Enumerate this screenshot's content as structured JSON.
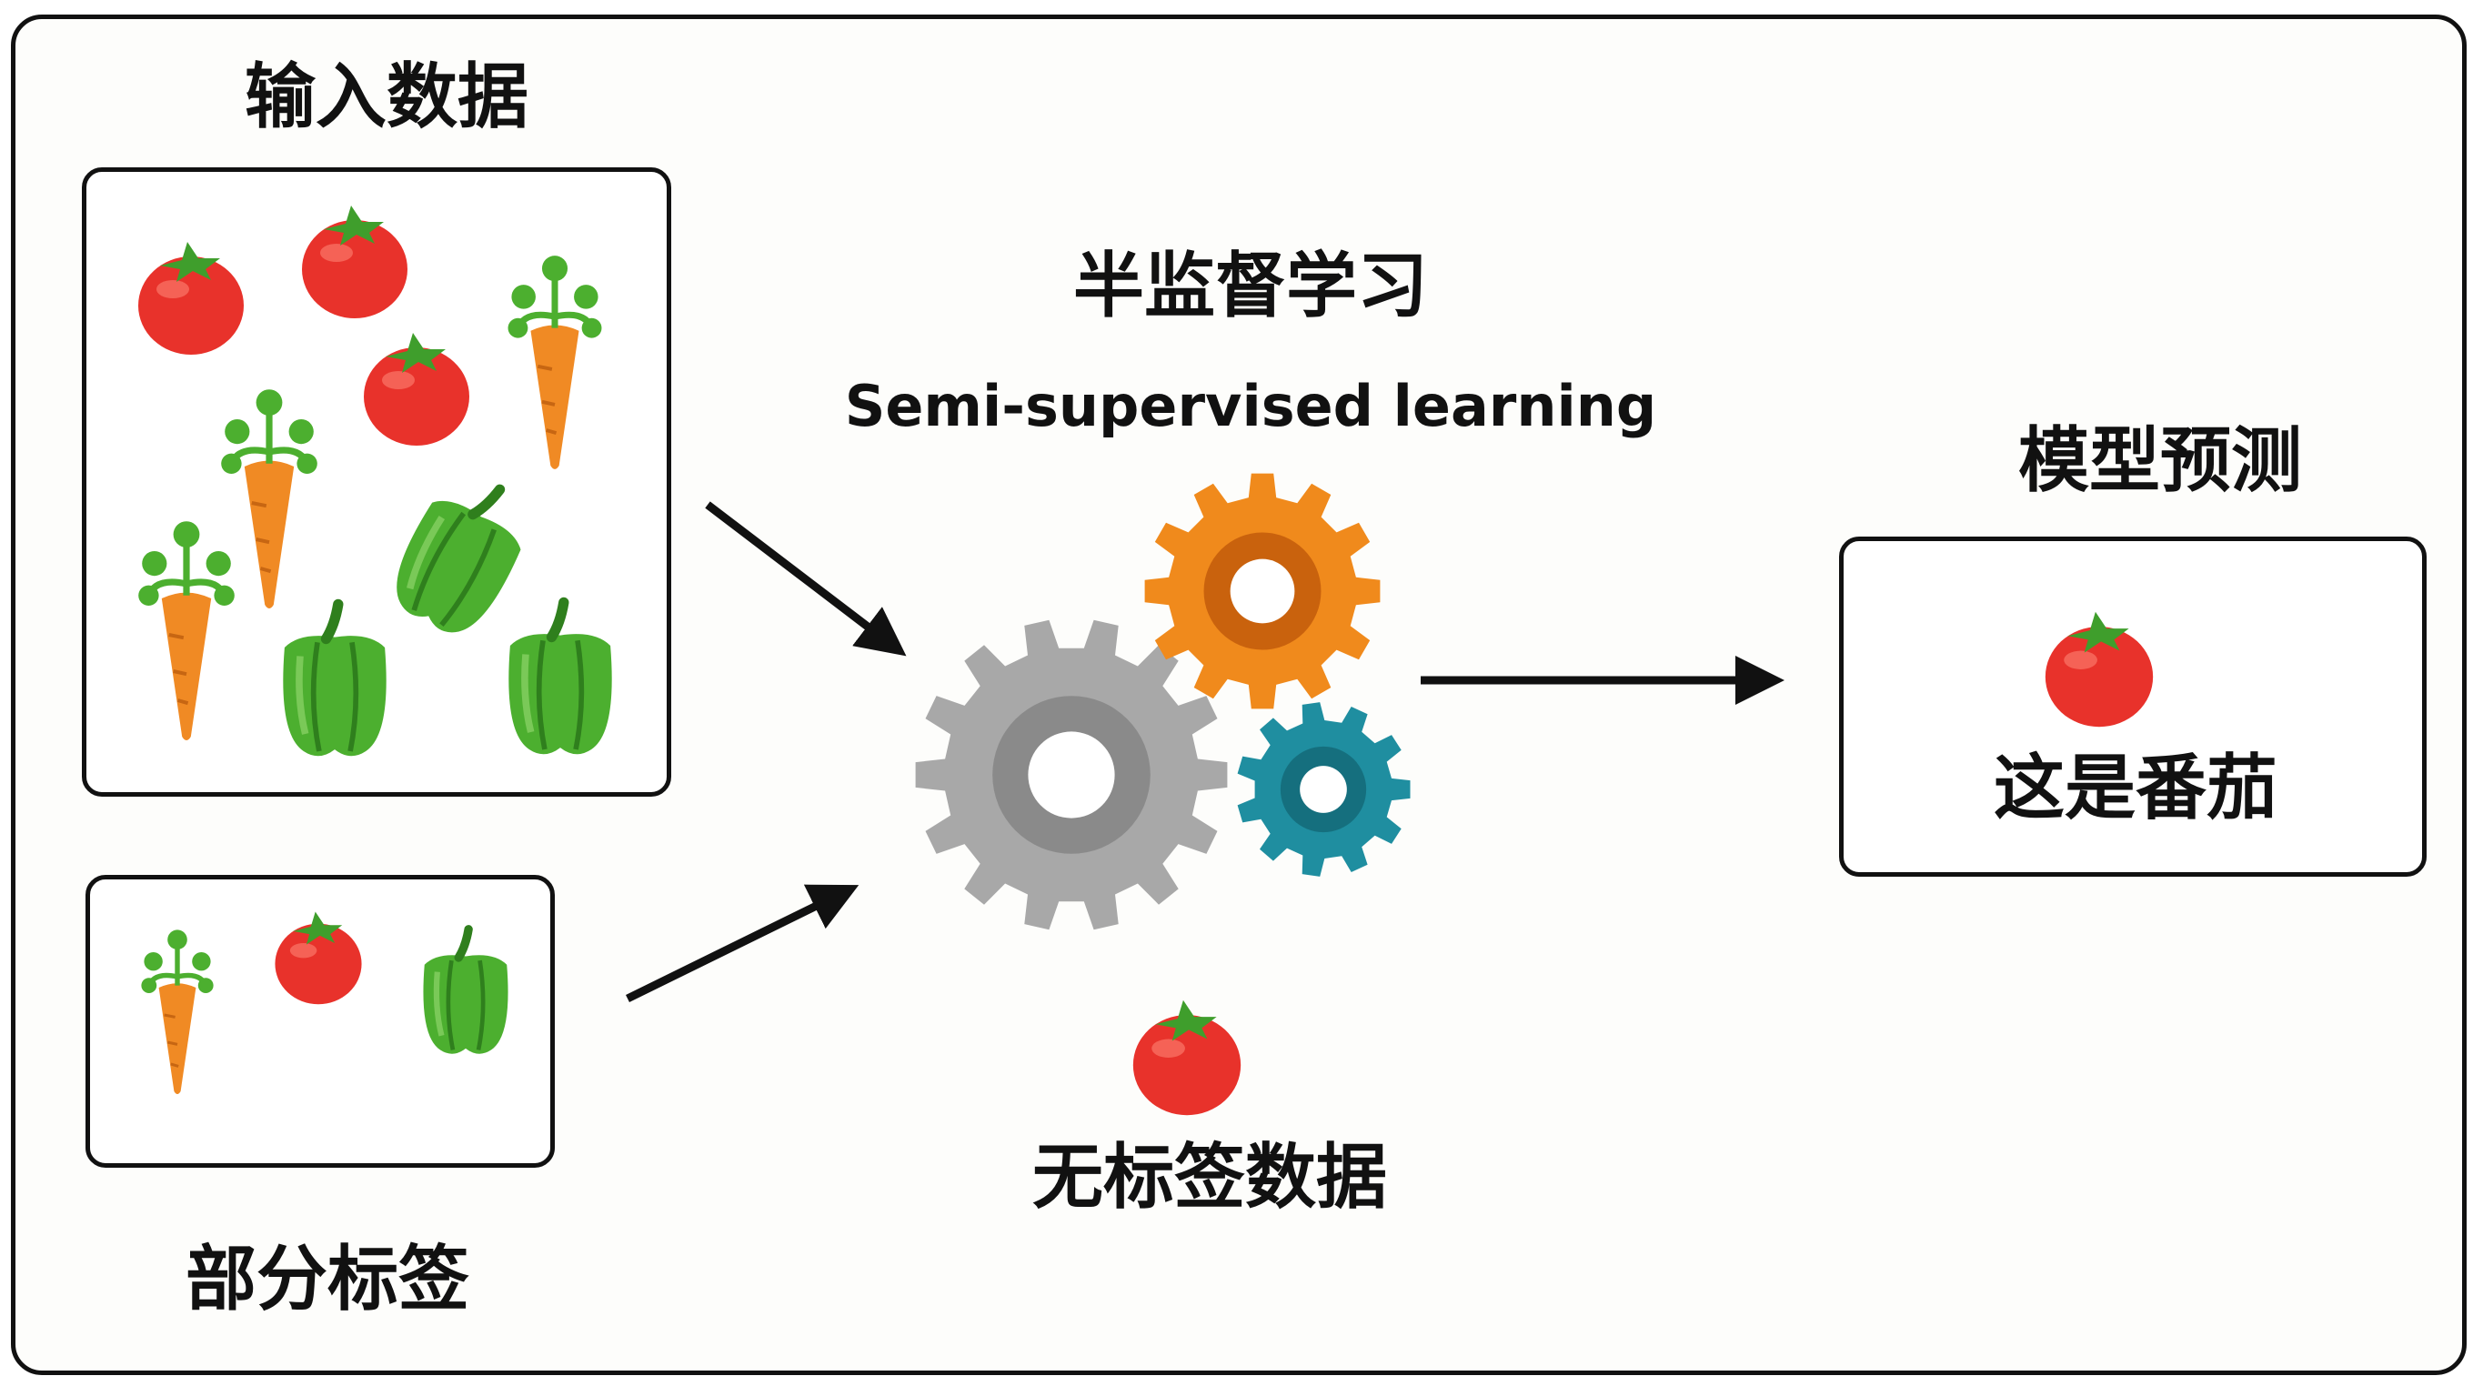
{
  "input_data_label": "输入数据",
  "partial_labels_label": "部分标签",
  "method_title_zh": "半监督学习",
  "method_title_en": "Semi-supervised learning",
  "unlabeled_data_label": "无标签数据",
  "prediction_title": "模型预测",
  "prediction_text": "这是番茄",
  "colors": {
    "tomato": "#e8322b",
    "carrot": "#f08a24",
    "pepper": "#4caf2f",
    "gear_gray": "#a8a8a8",
    "gear_orange": "#f08a1c",
    "gear_teal": "#1f8ea0",
    "arrow": "#111111"
  }
}
